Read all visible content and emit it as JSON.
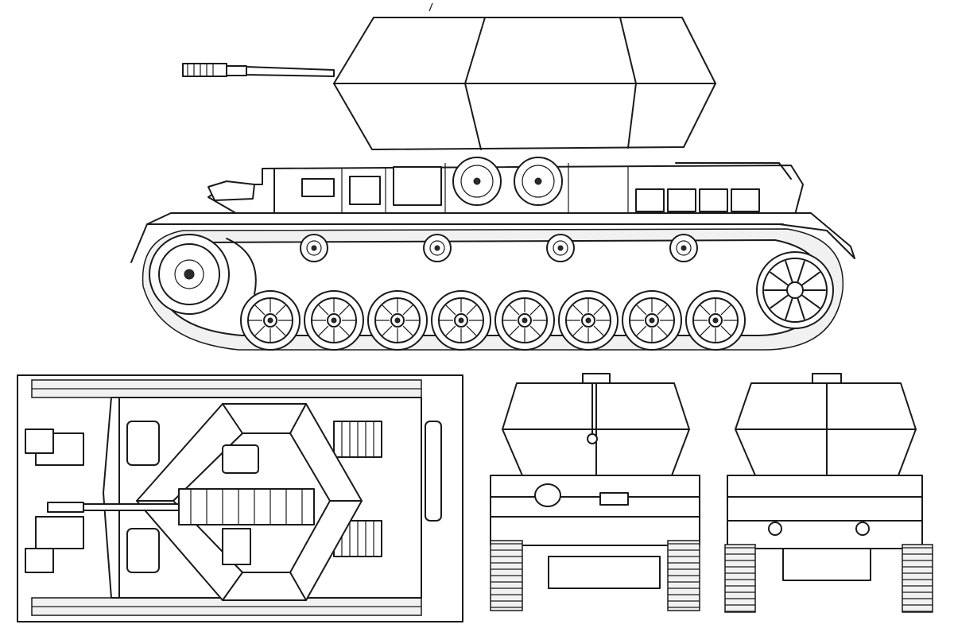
{
  "drawing": {
    "views": [
      {
        "id": "side-view"
      },
      {
        "id": "top-view"
      },
      {
        "id": "front-view"
      },
      {
        "id": "rear-view"
      }
    ],
    "side_view": {
      "road_wheel_count": 8,
      "return_roller_count": 4
    }
  }
}
